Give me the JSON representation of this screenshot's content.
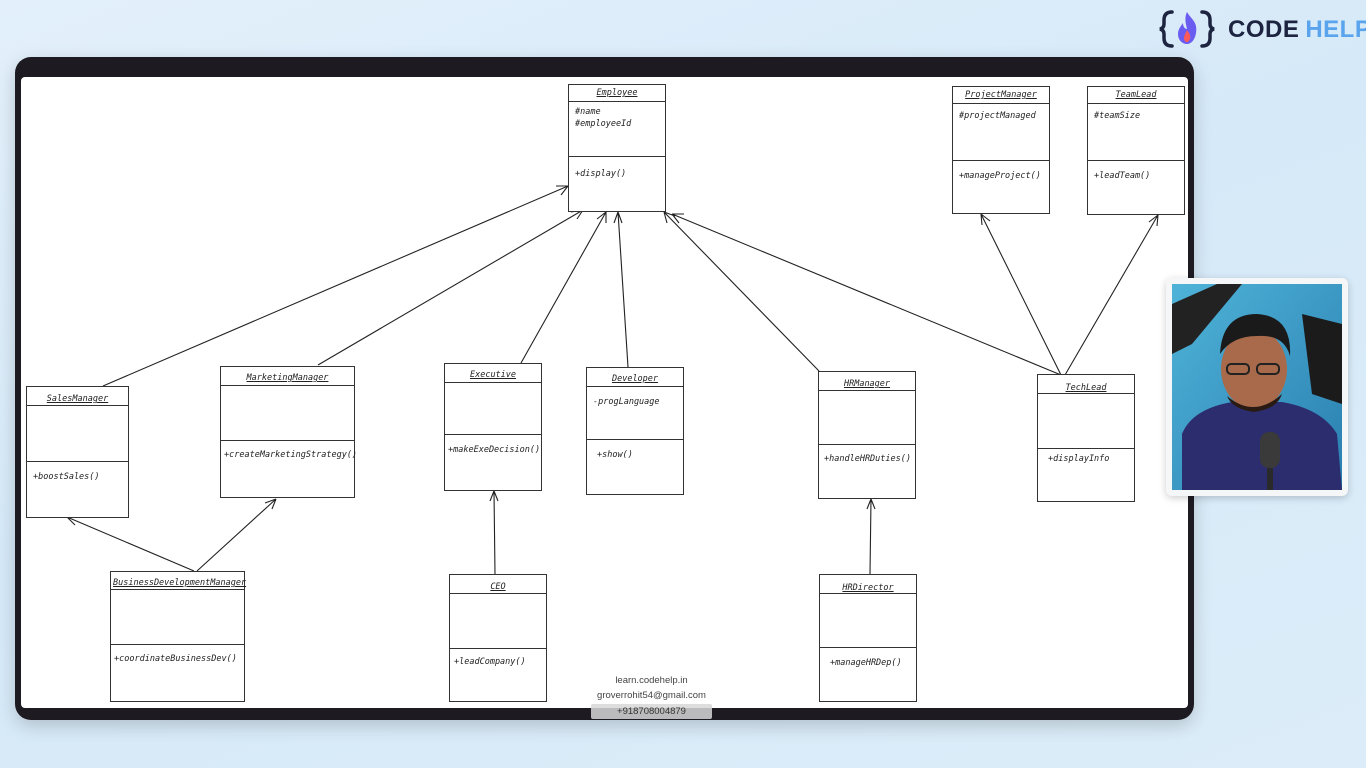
{
  "brand": {
    "word1": "CODE",
    "word2": "HELP"
  },
  "classes": {
    "employee": {
      "name": "Employee",
      "attr1": "#name",
      "attr2": "#employeeId",
      "method": "+display()"
    },
    "project_manager": {
      "name": "ProjectManager",
      "attr": "#projectManaged",
      "method": "+manageProject()"
    },
    "team_lead": {
      "name": "TeamLead",
      "attr": "#teamSize",
      "method": "+leadTeam()"
    },
    "sales_manager": {
      "name": "SalesManager",
      "method": "+boostSales()"
    },
    "marketing_manager": {
      "name": "MarketingManager",
      "method": "+createMarketingStrategy()"
    },
    "executive": {
      "name": "Executive",
      "method": "+makeExeDecision()"
    },
    "developer": {
      "name": "Developer",
      "attr": "-progLanguage",
      "method": "+show()"
    },
    "hr_manager": {
      "name": "HRManager",
      "method": "+handleHRDuties()"
    },
    "tech_lead": {
      "name": "TechLead",
      "method": "+displayInfo"
    },
    "bd_manager": {
      "name": "BusinessDevelopmentManager",
      "method": "+coordinateBusinessDev()"
    },
    "ceo": {
      "name": "CEO",
      "method": "+leadCompany()"
    },
    "hr_director": {
      "name": "HRDirector",
      "method": "+manageHRDep()"
    }
  },
  "contact": {
    "site": "learn.codehelp.in",
    "email": "groverrohit54@gmail.com",
    "phone": "+918708004879"
  },
  "colors": {
    "brand_dark": "#1d2440",
    "brand_blue": "#5aa4ee",
    "flame": "#6a5cf0",
    "board_frame": "#1e1a22",
    "backdrop": "#d6e9f8"
  }
}
